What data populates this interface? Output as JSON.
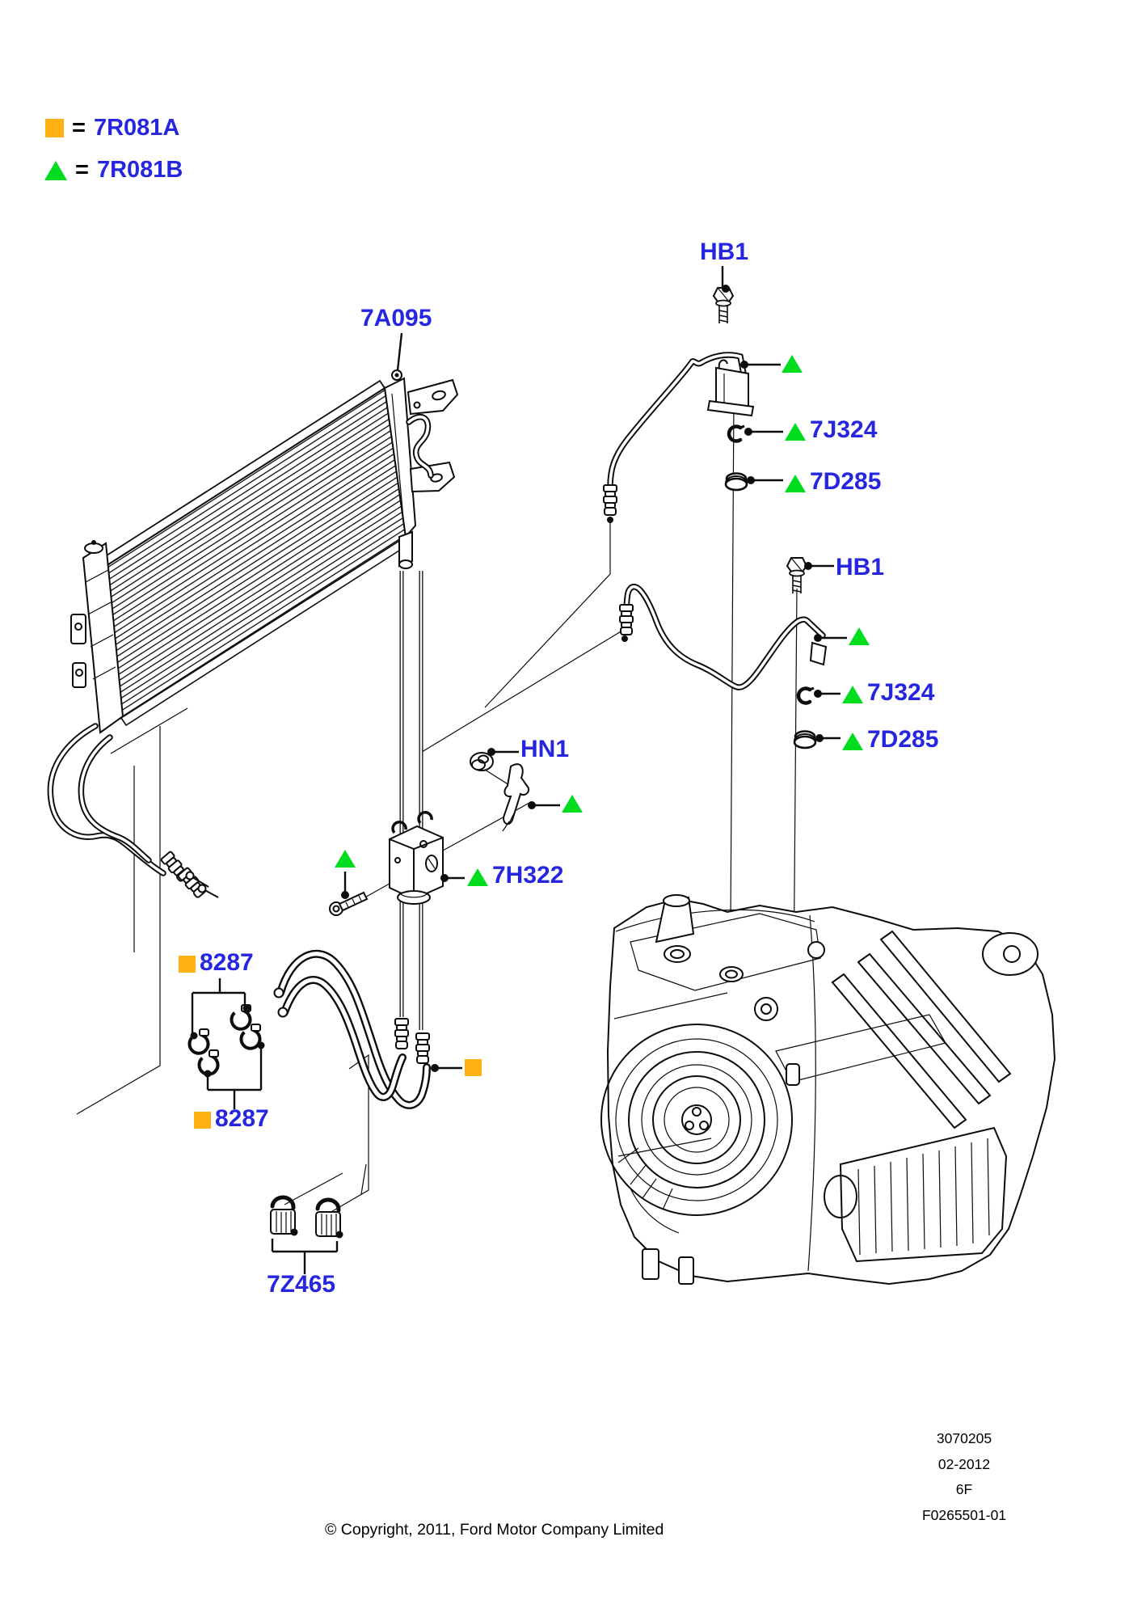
{
  "legend": {
    "square_item": {
      "equals": "=",
      "code": "7R081A"
    },
    "triangle_item": {
      "equals": "=",
      "code": "7R081B"
    }
  },
  "labels": {
    "a7095": {
      "text": "7A095"
    },
    "hb1_upper": {
      "text": "HB1"
    },
    "j7324_upper": {
      "text": "7J324",
      "marker": "triangle"
    },
    "d7285_upper": {
      "text": "7D285",
      "marker": "triangle"
    },
    "hb1_lower": {
      "text": "HB1"
    },
    "j7324_lower": {
      "text": "7J324",
      "marker": "triangle"
    },
    "d7285_lower": {
      "text": "7D285",
      "marker": "triangle"
    },
    "hn1": {
      "text": "HN1"
    },
    "h7322": {
      "text": "7H322",
      "marker": "triangle"
    },
    "c8287_upper": {
      "text": "8287",
      "marker": "square"
    },
    "c8287_lower": {
      "text": "8287",
      "marker": "square"
    },
    "z7465": {
      "text": "7Z465"
    }
  },
  "footer": {
    "doc_number": "3070205",
    "doc_date": "02-2012",
    "doc_code": "6F",
    "figure_number": "F0265501-01",
    "copyright": "© Copyright, 2011, Ford Motor Company Limited"
  },
  "colors": {
    "label_blue": "#2626e0",
    "marker_orange": "#ffb013",
    "marker_green": "#00dd1f",
    "line_black": "#0c0c0c"
  }
}
